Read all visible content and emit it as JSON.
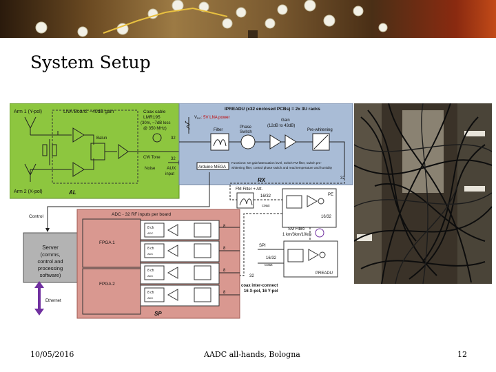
{
  "slide": {
    "title": "System Setup",
    "footer_date": "10/05/2016",
    "footer_event": "AADC all-hands, Bologna",
    "footer_page": "12"
  },
  "colors": {
    "al_block": "#8dc63f",
    "rx_block": "#a9bcd6",
    "sp_block": "#d99890",
    "server_block": "#b3b3b3",
    "ethernet_arrow": "#7030a0"
  },
  "diagram": {
    "al": {
      "arm1": "Arm 1 (Y-pol)",
      "arm2": "Arm 2 (X-pol)",
      "lna_board": "LNA Board: ~40dB gain",
      "balun": "Balun",
      "label": "AL"
    },
    "cable": {
      "coax_title": "Coax cable",
      "coax_type": "LMR195",
      "coax_spec1": "(30m, ~7dB loss",
      "coax_spec2": "@ 350 MHz)",
      "rf_count": "32",
      "cw_tone": "CW Tone",
      "noise": "Noise",
      "aux_count": "32",
      "aux": "AUX",
      "aux_input": "input"
    },
    "rx": {
      "title": "IPREADU (x32 enclosed PCBs) = 2x 3U racks",
      "vdc": "V",
      "vdc_sub": "DC",
      "lna_power": ": 5V LNA power",
      "filter": "Filter",
      "phase": "Phase",
      "phase2": "Switch",
      "gain": "Gain",
      "gain2": "(12dB to 43dB)",
      "prewhitening": "Pre-whitening",
      "arduino": "Arduino MEGA",
      "functions1": "Functions: set gain/attenuation level, switch FM filter, switch pre-",
      "functions2": "whitening filter, control phase switch and read temperature and humidity",
      "out_count": "32",
      "label": "RX"
    },
    "control": "Control",
    "server": {
      "l1": "Server",
      "l2": "(comms,",
      "l3": "control and",
      "l4": "processing",
      "l5": "software)",
      "ethernet": "Ethernet"
    },
    "sp": {
      "title": "ADC - 32 RF inputs per board",
      "fpga1": "FPGA 1",
      "fpga2": "FPGA 2",
      "adc_label": "8 ch",
      "adc_sub": "ADC",
      "input_count": "8",
      "label": "SP"
    },
    "fm": {
      "title": "FM Filter + Att.",
      "count1": "16/32",
      "cnt_label1": "coax",
      "pe": "PE",
      "count2": "16/32",
      "smf1": "SM Fibre",
      "smf2": "1 km/3km/10km",
      "spi": "SPI",
      "count3": "16/32",
      "cnt_label3": "coax",
      "preadu": "PREADU",
      "bus_count": "32",
      "interconnect1": "coax inter-connect",
      "interconnect2": "16 X-pol, 16 Y-pol"
    }
  }
}
